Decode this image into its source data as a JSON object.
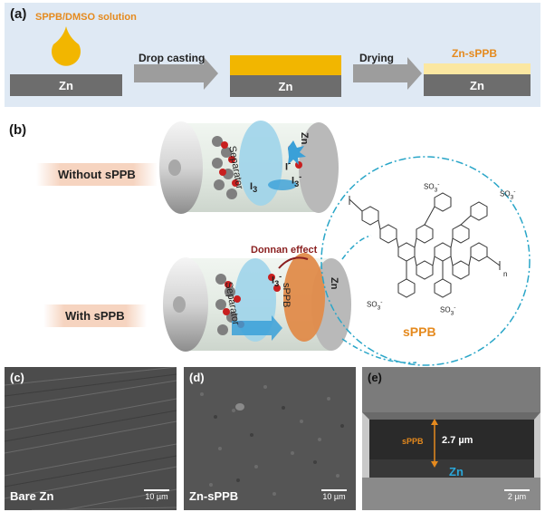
{
  "panel_a": {
    "label": "(a)",
    "solution": "SPPB/DMSO solution",
    "step1": "Drop casting",
    "step2": "Drying",
    "substrate": "Zn",
    "coated_label": "Zn-sPPB",
    "colors": {
      "background": "#dfe9f4",
      "zn": "#6d6d6d",
      "solution": "#f2b600",
      "coating": "#fbe7a1",
      "accent": "#e58a1e"
    }
  },
  "panel_b": {
    "label": "(b)",
    "without": "Without sPPB",
    "with": "With sPPB",
    "separator": "Separator",
    "zn": "Zn",
    "sppb_layer": "sPPB",
    "donnan": "Donnan effect",
    "species": {
      "iodide": "I",
      "iodide_charge": "-",
      "triiodide": "I",
      "triiodide_sub": "3",
      "triiodide_charge": "-"
    },
    "structure_title": "sPPB",
    "structure": {
      "sulfonate": "SO",
      "sub": "3",
      "charge": "-",
      "n": "n"
    }
  },
  "panel_c": {
    "label": "(c)",
    "caption": "Bare Zn",
    "scale": "10 µm"
  },
  "panel_d": {
    "label": "(d)",
    "caption": "Zn-sPPB",
    "scale": "10 µm"
  },
  "panel_e": {
    "label": "(e)",
    "layer": "sPPB",
    "thickness": "2.7 µm",
    "substrate": "Zn",
    "scale": "2 µm"
  }
}
